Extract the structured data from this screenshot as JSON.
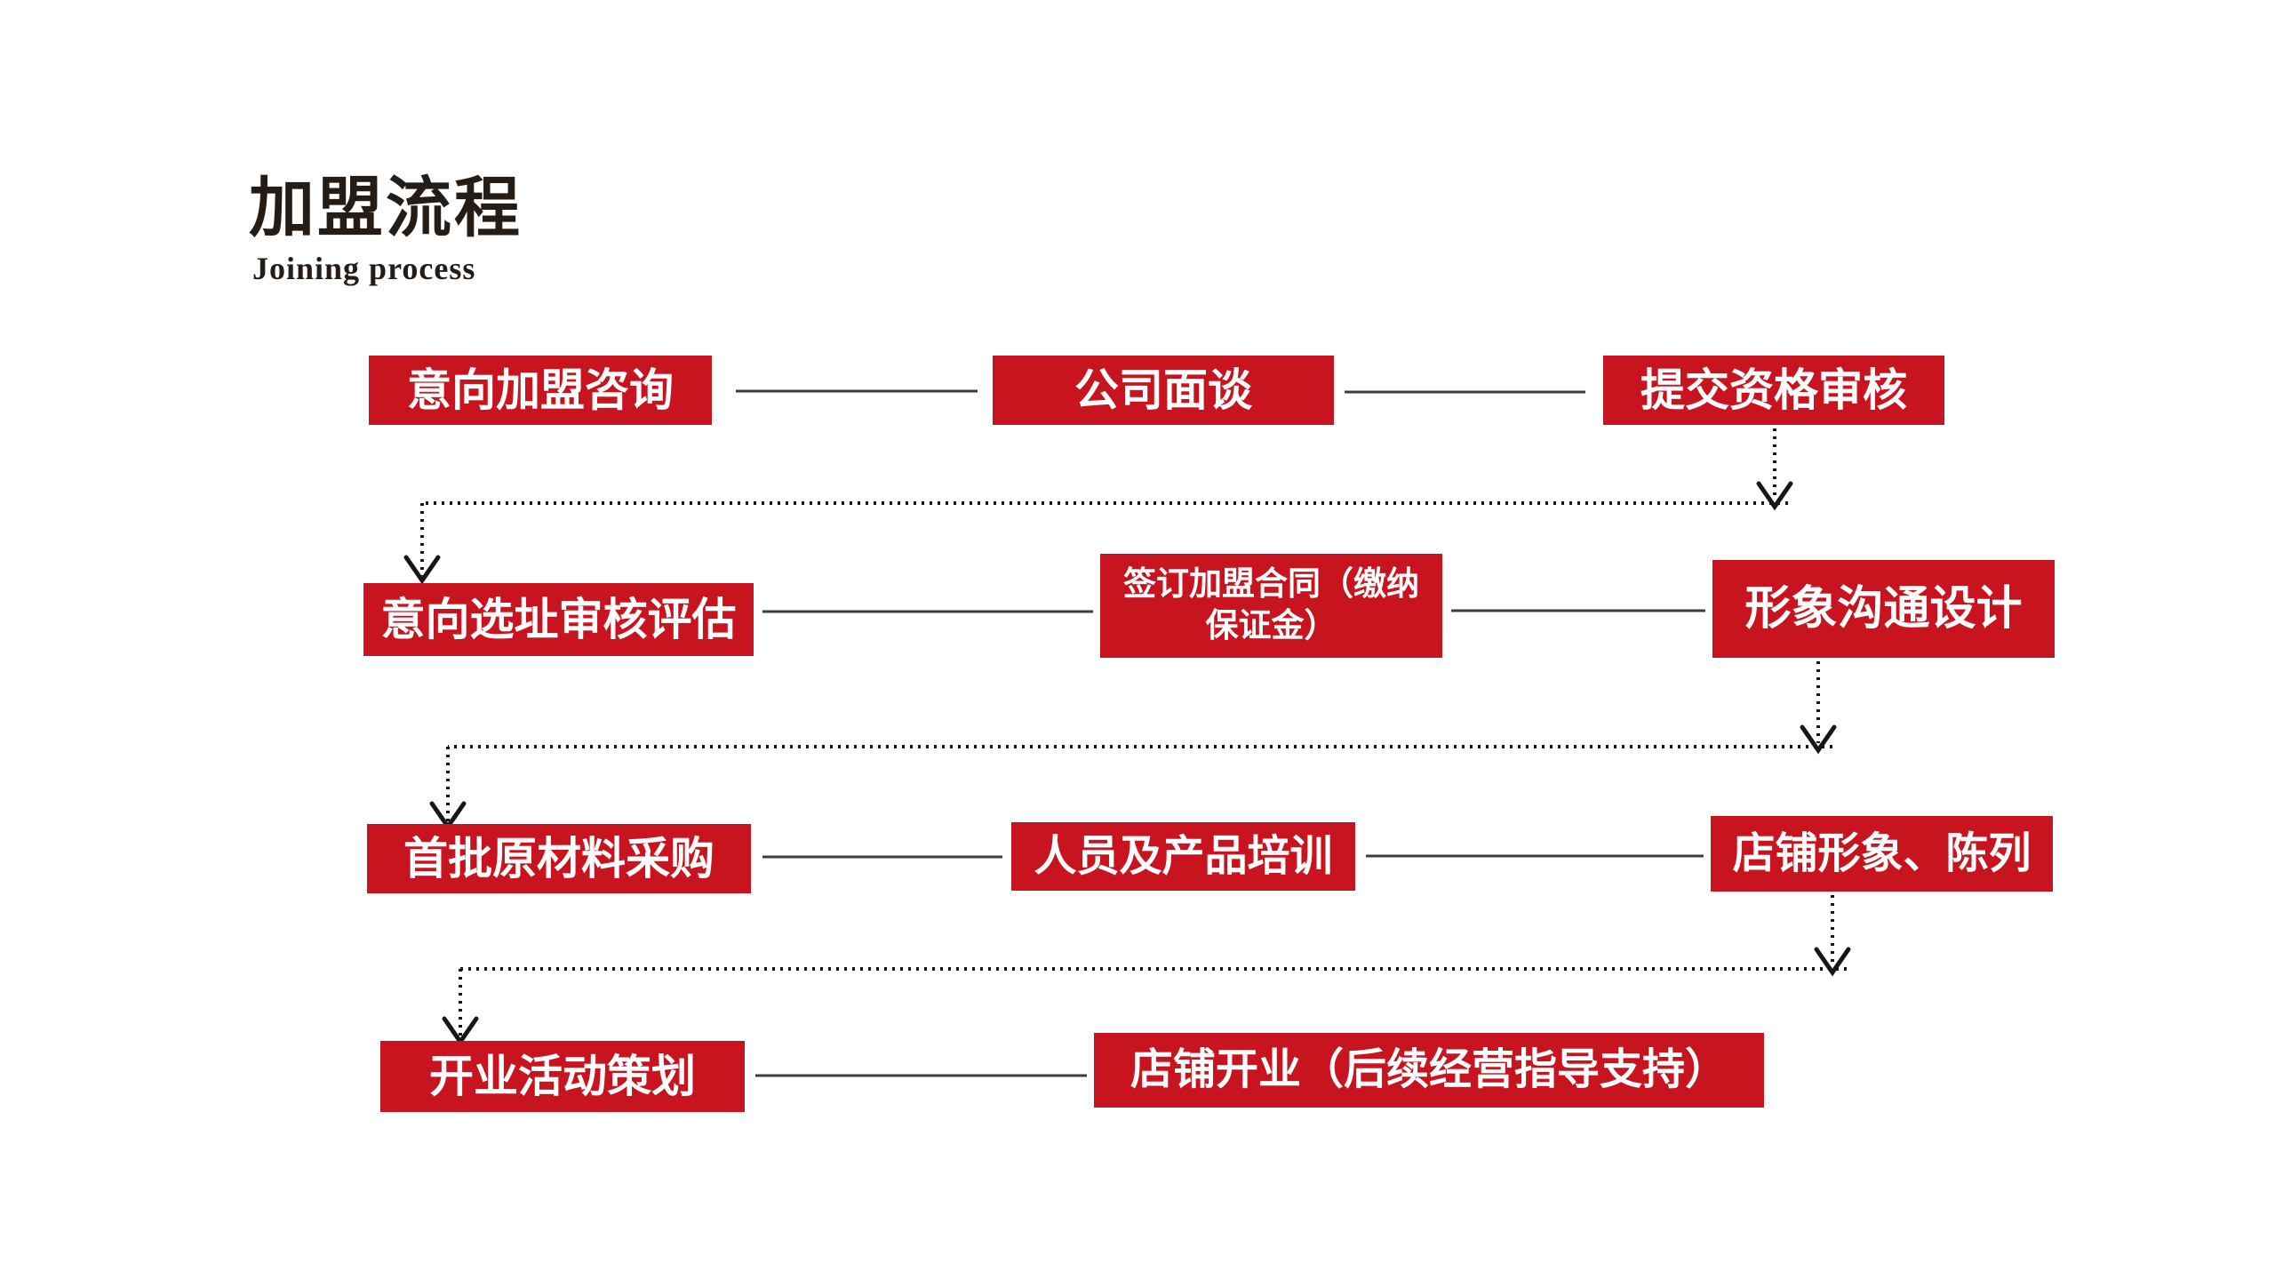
{
  "header": {
    "title": "加盟流程",
    "subtitle": "Joining process"
  },
  "colors": {
    "background": "#ffffff",
    "node_fill": "#c8141e",
    "node_text": "#ffffff",
    "title_text": "#261c16",
    "solid_line": "#3d3d3d",
    "dotted_line": "#161616"
  },
  "flow": {
    "nodes": [
      {
        "id": "intention-consult",
        "label": "意向加盟咨询"
      },
      {
        "id": "company-interview",
        "label": "公司面谈"
      },
      {
        "id": "submit-qualification-review",
        "label": "提交资格审核"
      },
      {
        "id": "site-selection-review",
        "label": "意向选址审核评估"
      },
      {
        "id": "sign-franchise-contract",
        "label": "签订加盟合同（缴纳保证金）"
      },
      {
        "id": "image-communication-design",
        "label": "形象沟通设计"
      },
      {
        "id": "first-materials-purchase",
        "label": "首批原材料采购"
      },
      {
        "id": "staff-product-training",
        "label": "人员及产品培训"
      },
      {
        "id": "store-image-display",
        "label": "店铺形象、陈列"
      },
      {
        "id": "opening-activity-planning",
        "label": "开业活动策划"
      },
      {
        "id": "store-opening",
        "label": "店铺开业（后续经营指导支持）"
      }
    ],
    "edges": [
      {
        "from": "意向加盟咨询",
        "to": "公司面谈",
        "style": "solid-line"
      },
      {
        "from": "公司面谈",
        "to": "提交资格审核",
        "style": "solid-line"
      },
      {
        "from": "提交资格审核",
        "to": "意向选址审核评估",
        "style": "dotted-arrow"
      },
      {
        "from": "意向选址审核评估",
        "to": "签订加盟合同（缴纳保证金）",
        "style": "solid-line"
      },
      {
        "from": "签订加盟合同（缴纳保证金）",
        "to": "形象沟通设计",
        "style": "solid-line"
      },
      {
        "from": "形象沟通设计",
        "to": "首批原材料采购",
        "style": "dotted-arrow"
      },
      {
        "from": "首批原材料采购",
        "to": "人员及产品培训",
        "style": "solid-line"
      },
      {
        "from": "人员及产品培训",
        "to": "店铺形象、陈列",
        "style": "solid-line"
      },
      {
        "from": "店铺形象、陈列",
        "to": "开业活动策划",
        "style": "dotted-arrow"
      },
      {
        "from": "开业活动策划",
        "to": "店铺开业（后续经营指导支持）",
        "style": "solid-line"
      }
    ]
  }
}
